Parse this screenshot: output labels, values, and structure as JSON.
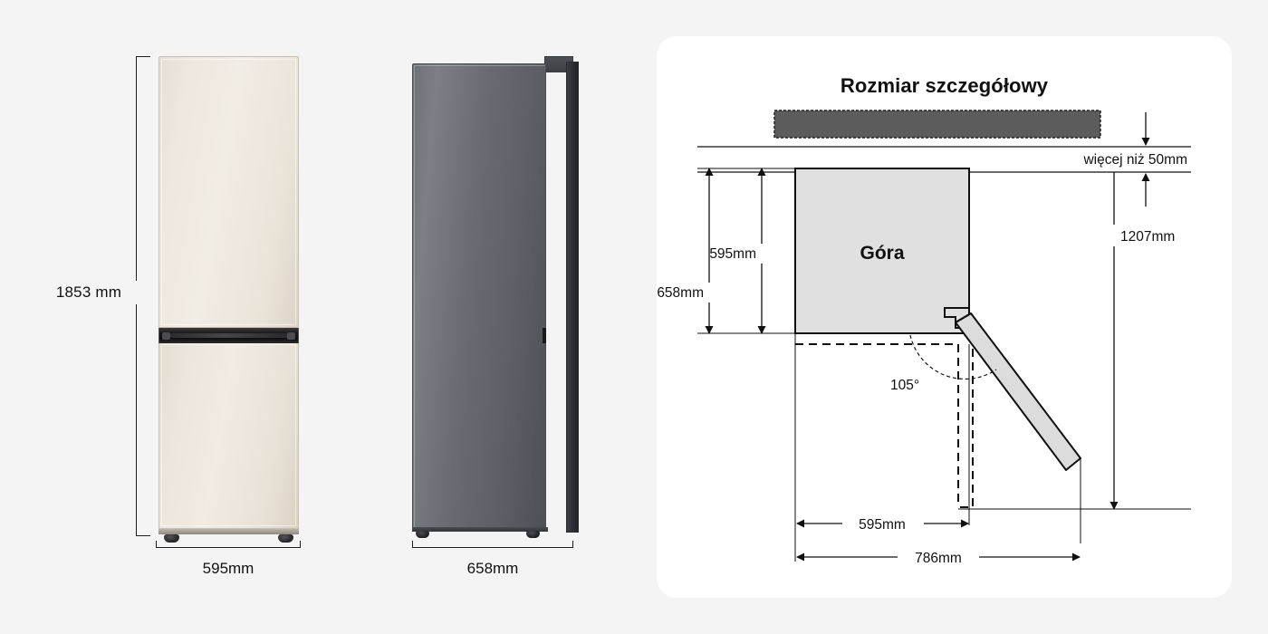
{
  "background_color": "#f4f4f4",
  "views": {
    "front": {
      "name": "front-view",
      "height_label": "1853 mm",
      "width_label": "595mm",
      "body_color": "#efe9e0",
      "trim_color": "#16161a"
    },
    "side": {
      "name": "side-view",
      "depth_label": "658mm",
      "body_color": "#6e7176"
    }
  },
  "card": {
    "title": "Rozmiar szczegółowy",
    "clearance_label": "więcej niż 50mm",
    "top_box_label": "Góra",
    "dimensions": {
      "depth_outer": "658mm",
      "depth_inner": "595mm",
      "door_open_depth": "1207mm",
      "width_body": "595mm",
      "width_total": "786mm",
      "door_angle": "105°"
    },
    "colors": {
      "hatch_fill": "#5c5c5c",
      "box_fill": "#e0e0e0",
      "door_fill": "#dcdcdc",
      "line": "#111111"
    }
  }
}
